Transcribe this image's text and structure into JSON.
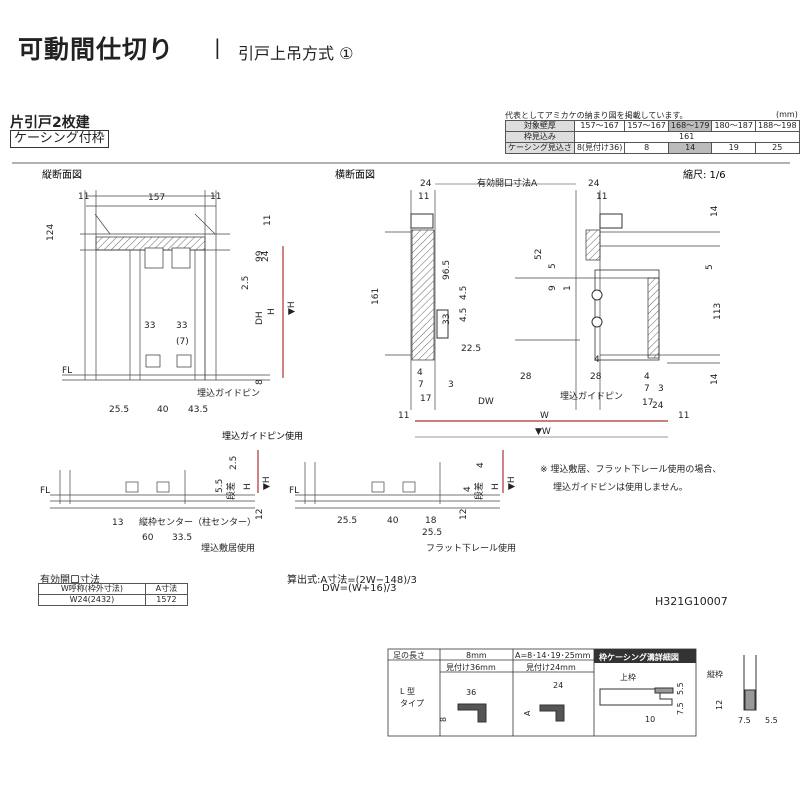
{
  "header": {
    "title": "可動間仕切り",
    "separator": "|",
    "subtitle": "引戸上吊方式 ①"
  },
  "door_type": {
    "line1": "片引戸2枚建",
    "line2": "ケーシング付枠"
  },
  "spec_table": {
    "note": "代表としてアミカケの納まり図を掲載しています。",
    "unit": "(mm)",
    "rows": [
      {
        "label": "対象壁厚",
        "cells": [
          "157〜167",
          "157〜167",
          "168〜179",
          "180〜187",
          "188〜198"
        ]
      },
      {
        "label": "枠見込み",
        "cells": [
          "161"
        ]
      },
      {
        "label": "ケーシング見込さ",
        "cells": [
          "8(見付け36)",
          "8",
          "14",
          "19",
          "25"
        ]
      }
    ]
  },
  "views": {
    "vertical": "縦断面図",
    "horizontal": "横断面図",
    "scale": "縮尺: 1/6"
  },
  "dims": {
    "d157": "157",
    "d11": "11",
    "d124": "124",
    "d99": "99",
    "d24": "24",
    "d2_5": "2.5",
    "dDH": "DH",
    "dH": "H",
    "dH2": "▼H",
    "d33": "33",
    "d7": "(7)",
    "d8": "8",
    "dFL": "FL",
    "d25_5": "25.5",
    "d40": "40",
    "d43_5": "43.5",
    "guide_pin": "埋込ガイドピン",
    "hA": "有効開口寸法A",
    "h161": "161",
    "h96_5": "96.5",
    "h4_5": "4.5",
    "h22_5": "22.5",
    "h52": "52",
    "h9": "9",
    "h1": "1",
    "h113": "113",
    "h28": "28",
    "h4": "4",
    "h7": "7",
    "h3": "3",
    "h17": "17",
    "hDW": "DW",
    "hW": "W",
    "hW2": "▼W",
    "h14": "14",
    "h5": "5",
    "h24": "24"
  },
  "detail": {
    "pin_use": "埋込ガイドピン使用",
    "step": "段差",
    "d5_5": "5.5",
    "d13": "13",
    "center": "縦枠センター（柱センター）",
    "d60": "60",
    "d33_5": "33.5",
    "d12": "12",
    "sill_use": "埋込敷居使用",
    "d18": "18",
    "flat_use": "フラット下レール使用"
  },
  "note_lines": [
    "※ 埋込敷居、フラット下レール使用の場合、",
    "埋込ガイドピンは使用しません。"
  ],
  "size_table": {
    "title": "有効開口寸法",
    "headers": [
      "W呼称(枠外寸法)",
      "A寸法"
    ],
    "row": [
      "W24(2432)",
      "1572"
    ]
  },
  "formulas": {
    "line1": "算出式:A寸法=(2W−148)/3",
    "line2": "DW=(W+16)/3"
  },
  "drawing_code": "H321G10007",
  "casing": {
    "leg_label": "足の長さ",
    "c8": "8mm",
    "cA": "A=8･14･19･25mm",
    "mit36": "見付け36mm",
    "mit24": "見付け24mm",
    "type": "L 型\nタイプ",
    "type1": "L 型",
    "type2": "タイプ",
    "n36": "36",
    "n24": "24",
    "n8": "8",
    "nA": "A",
    "detail_title": "枠ケーシング溝詳細図",
    "top": "上枠",
    "vert": "縦枠",
    "n5_5": "5.5",
    "n7_5": "7.5",
    "n10": "10",
    "n12": "12"
  }
}
